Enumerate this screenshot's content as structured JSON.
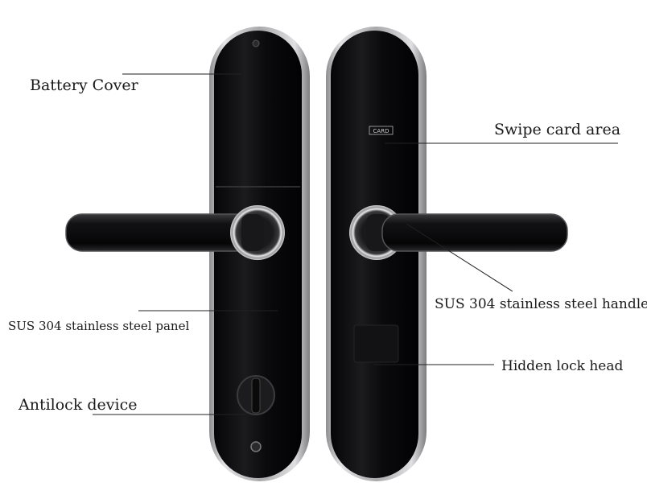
{
  "labels": {
    "battery_cover": "Battery Cover",
    "swipe_card_area": "Swipe card area",
    "handle": "SUS 304 stainless steel handle",
    "panel": "SUS 304 stainless steel panel",
    "hidden_lock_head": "Hidden lock head",
    "antilock_device": "Antilock device"
  },
  "card_marking": "CARD",
  "colors": {
    "panel_body": "#0b0b0d",
    "panel_frame": "#b9b9bb",
    "handle_body": "#101012",
    "rose_ring": "#c7c7c9",
    "leader_line": "#222222",
    "text": "#1a1a1a"
  }
}
